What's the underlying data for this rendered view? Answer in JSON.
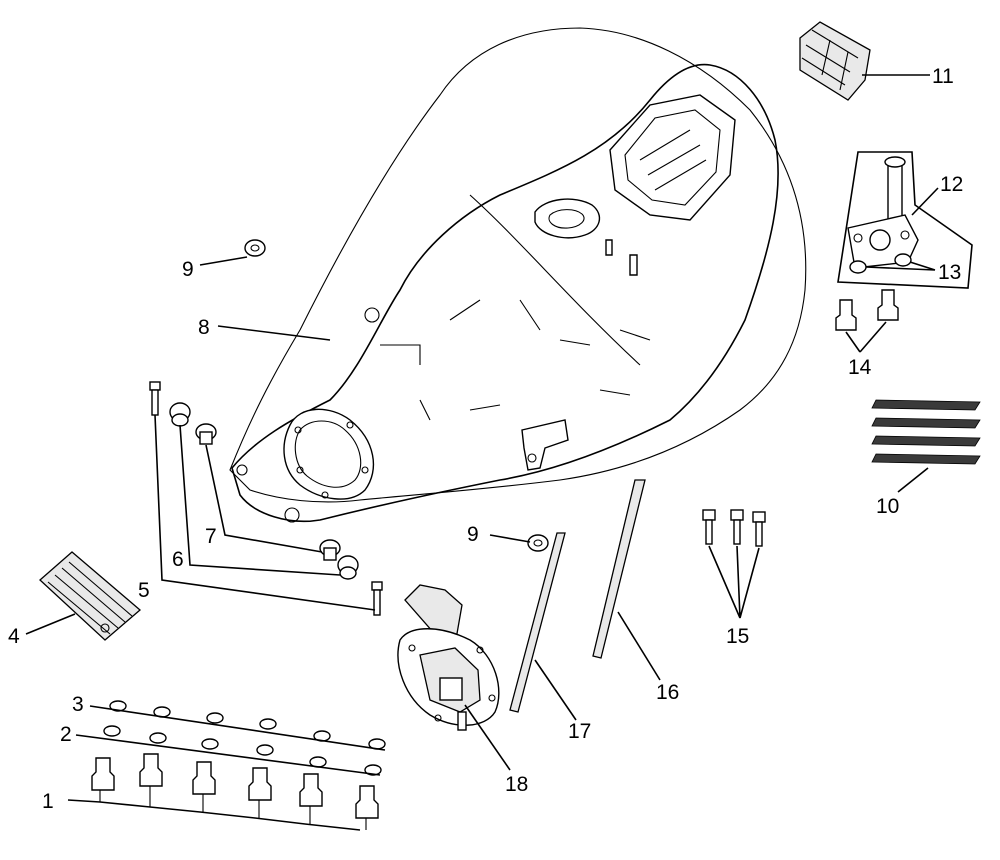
{
  "callouts": {
    "c1": "1",
    "c2": "2",
    "c3": "3",
    "c4": "4",
    "c5": "5",
    "c6": "6",
    "c7": "7",
    "c8": "8",
    "c9a": "9",
    "c9b": "9",
    "c10": "10",
    "c11": "11",
    "c12": "12",
    "c13": "13",
    "c14": "14",
    "c15": "15",
    "c16": "16",
    "c17": "17",
    "c18": "18"
  },
  "parts": {
    "p1": "bolt",
    "p2": "washer",
    "p3": "washer",
    "p4": "heat-shield-pad",
    "p5": "bolt",
    "p6": "grommet",
    "p7": "bushing",
    "p8": "fuel-tank",
    "p9": "grommet",
    "p10": "strips",
    "p11": "cover",
    "p12": "bracket-assembly",
    "p13": "washer",
    "p14": "bolt",
    "p15": "screw",
    "p16": "rod",
    "p17": "rod",
    "p18": "fuel-pump"
  }
}
